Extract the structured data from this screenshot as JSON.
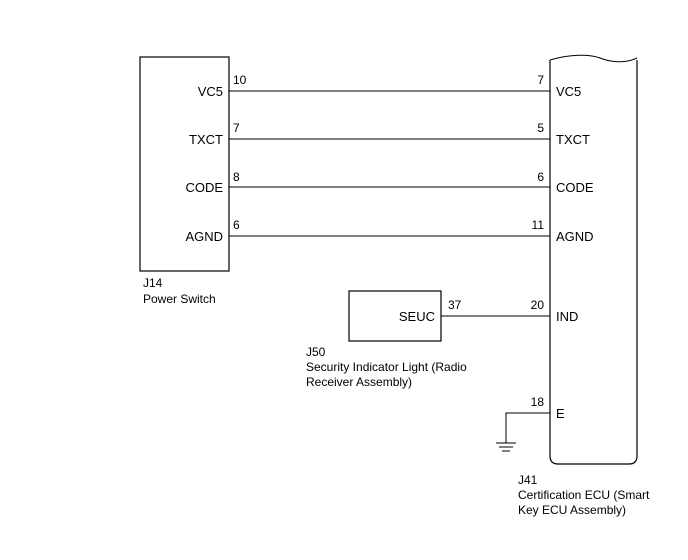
{
  "components": {
    "power_switch": {
      "ref": "J14",
      "name": "Power Switch",
      "terminals": [
        "VC5",
        "TXCT",
        "CODE",
        "AGND"
      ]
    },
    "indicator": {
      "ref": "J50",
      "name_line1": "Security Indicator Light (Radio",
      "name_line2": "Receiver Assembly)",
      "terminal": "SEUC"
    },
    "ecu": {
      "ref": "J41",
      "name_line1": "Certification ECU (Smart",
      "name_line2": "Key ECU Assembly)",
      "terminals": [
        "VC5",
        "TXCT",
        "CODE",
        "AGND",
        "IND",
        "E"
      ]
    }
  },
  "wires": [
    {
      "from_pin": "10",
      "to_pin": "7"
    },
    {
      "from_pin": "7",
      "to_pin": "5"
    },
    {
      "from_pin": "8",
      "to_pin": "6"
    },
    {
      "from_pin": "6",
      "to_pin": "11"
    },
    {
      "from_pin": "37",
      "to_pin": "20"
    }
  ],
  "ground": {
    "pin": "18"
  },
  "colors": {
    "line": "#000000",
    "background": "#ffffff"
  }
}
